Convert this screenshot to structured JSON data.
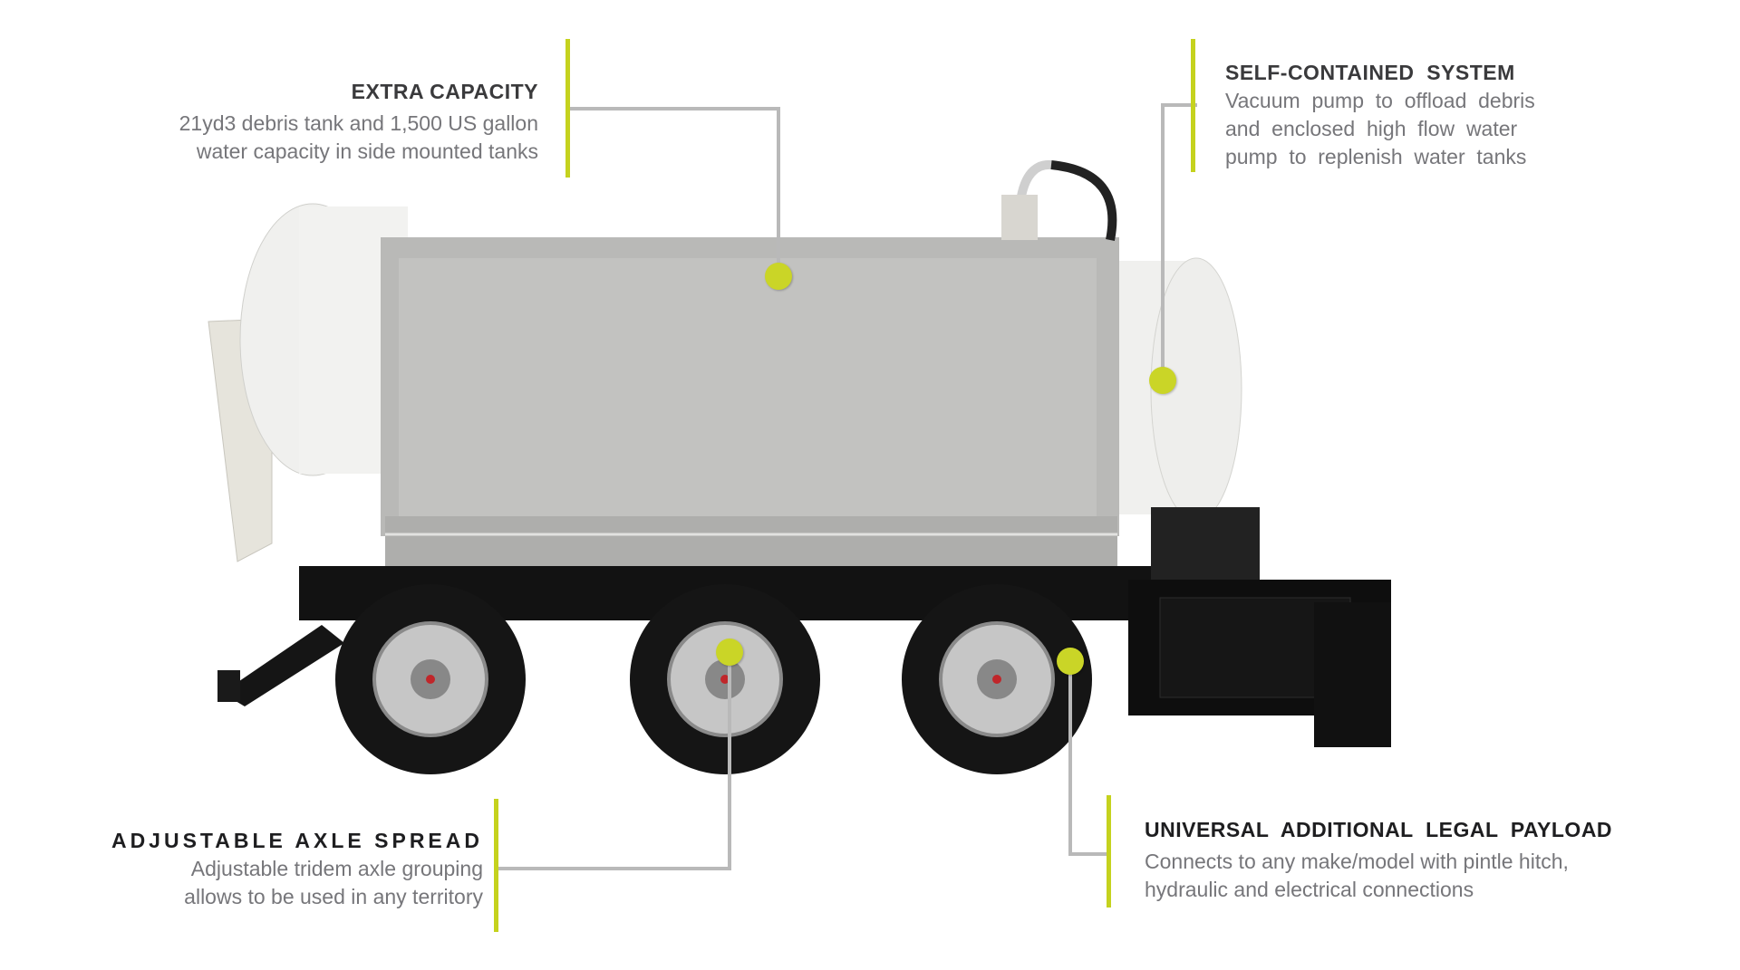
{
  "callouts": {
    "extra_capacity": {
      "title": "EXTRA CAPACITY",
      "lines": [
        "21yd3 debris tank and 1,500 US gallon",
        "water capacity in side mounted tanks"
      ]
    },
    "self_contained": {
      "title": "SELF-CONTAINED  SYSTEM",
      "lines": [
        "Vacuum  pump  to  offload  debris",
        "and  enclosed  high  flow  water",
        "pump  to  replenish  water  tanks"
      ]
    },
    "axle_spread": {
      "title": "ADJUSTABLE AXLE SPREAD",
      "lines": [
        "Adjustable tridem axle grouping",
        "allows to be used in any territory"
      ]
    },
    "legal_payload": {
      "title": "UNIVERSAL  ADDITIONAL  LEGAL  PAYLOAD",
      "lines": [
        "Connects to any make/model with pintle hitch,",
        "hydraulic and electrical connections"
      ]
    }
  },
  "colors": {
    "accent": "#c5d21e",
    "leader": "#b9b9b9",
    "title": "#3a3a3c",
    "body": "#76767a"
  }
}
